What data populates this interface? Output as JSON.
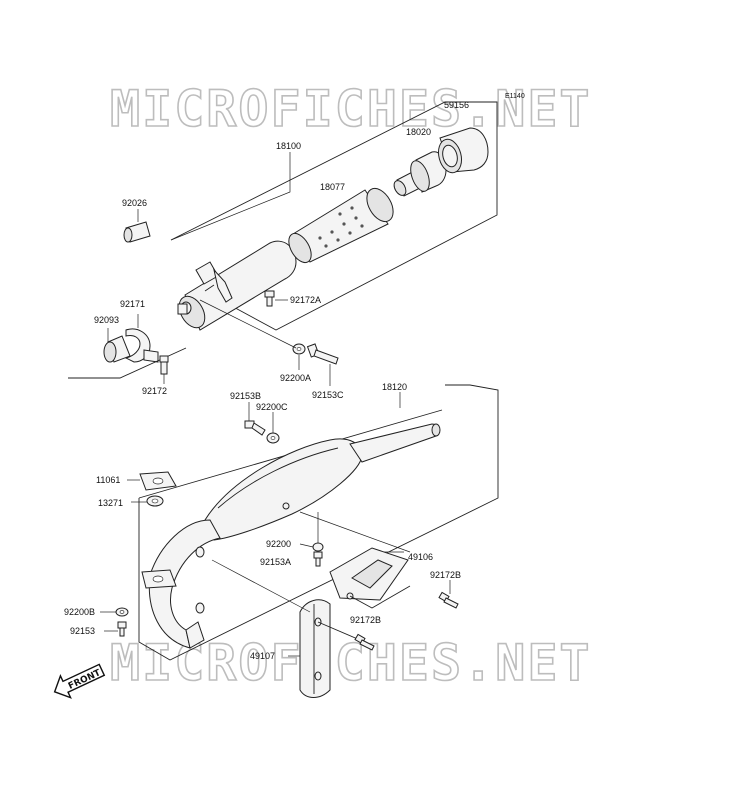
{
  "watermark": {
    "text": "MICROFICHES.NET"
  },
  "diagram_code": "E1140",
  "front_label": "FRONT",
  "parts": {
    "p59156": "59156",
    "p18020": "18020",
    "p18100": "18100",
    "p18077": "18077",
    "p92026": "92026",
    "p92171": "92171",
    "p92093": "92093",
    "p92172A": "92172A",
    "p92172": "92172",
    "p92200A": "92200A",
    "p92153C": "92153C",
    "p18120": "18120",
    "p92153B": "92153B",
    "p92200C": "92200C",
    "p11061": "11061",
    "p13271": "13271",
    "p92200": "92200",
    "p92153A": "92153A",
    "p49106": "49106",
    "p92172B_1": "92172B",
    "p92172B_2": "92172B",
    "p92200B": "92200B",
    "p92153": "92153",
    "p49107": "49107"
  }
}
